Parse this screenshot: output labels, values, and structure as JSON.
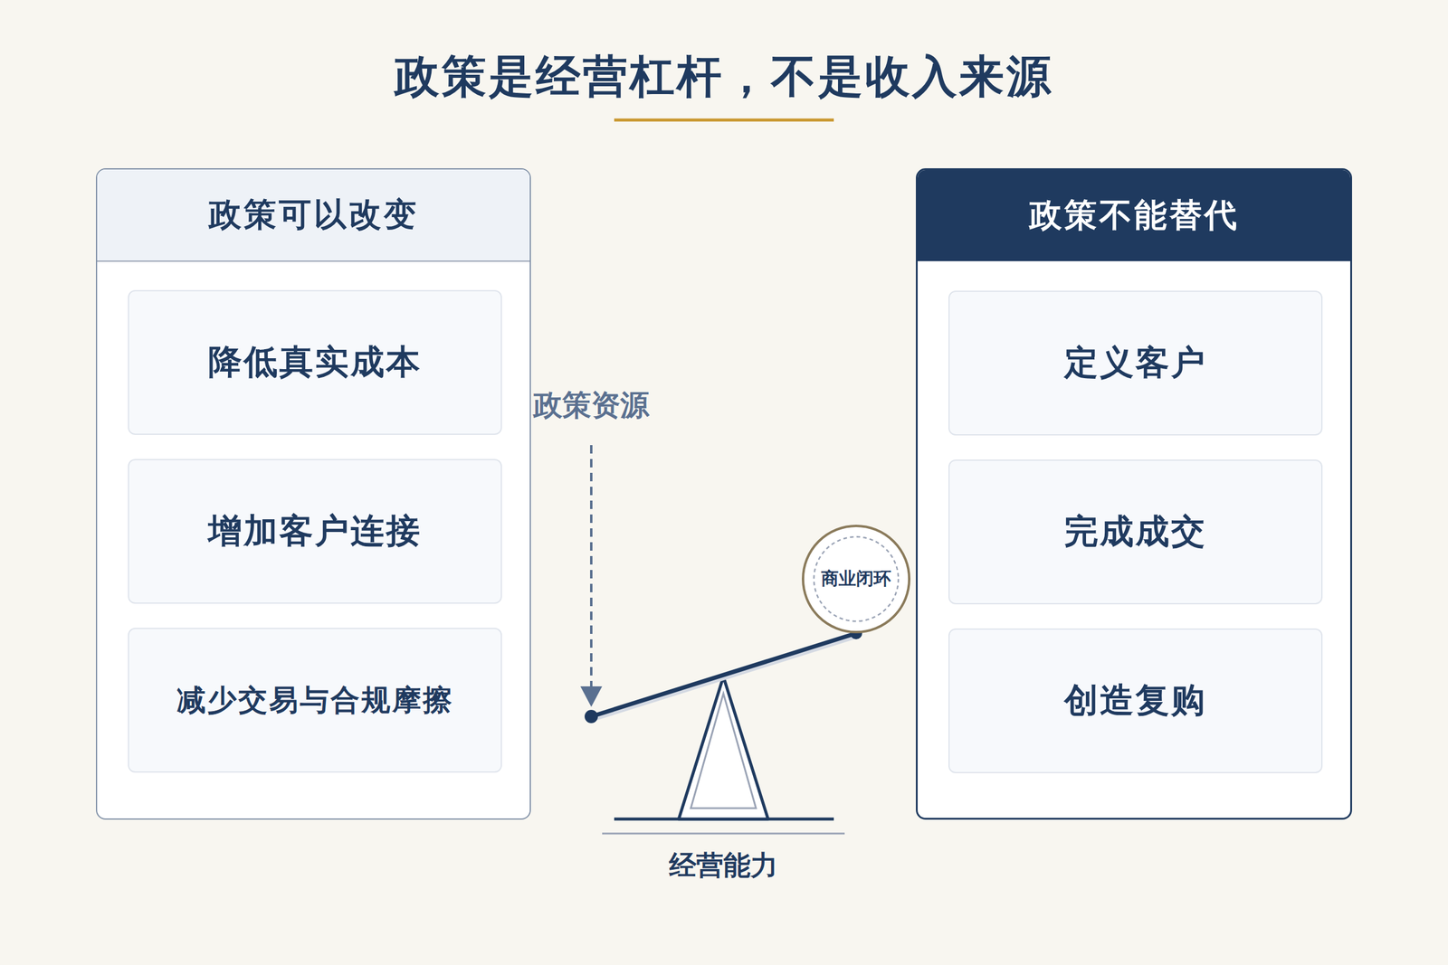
{
  "diagram": {
    "title": "政策是经营杠杆，不是收入来源",
    "nodes": [
      {
        "text": [
          "政策可以改变"
        ]
      },
      {
        "text": [
          "降低真实成本"
        ],
        "in": 0
      },
      {
        "text": [
          "增加客户连接"
        ],
        "in": 0
      },
      {
        "text": [
          "减少交易与合规摩擦"
        ],
        "in": 0
      },
      {
        "text": [
          "政策不能替代"
        ]
      },
      {
        "text": [
          "定义客户"
        ],
        "in": 4
      },
      {
        "text": [
          "完成成交"
        ],
        "in": 4
      },
      {
        "text": [
          "创造复购"
        ],
        "in": 4
      },
      {
        "text": [
          "商业闭环"
        ]
      }
    ],
    "labels": [
      "政策资源",
      "经营能力"
    ]
  }
}
